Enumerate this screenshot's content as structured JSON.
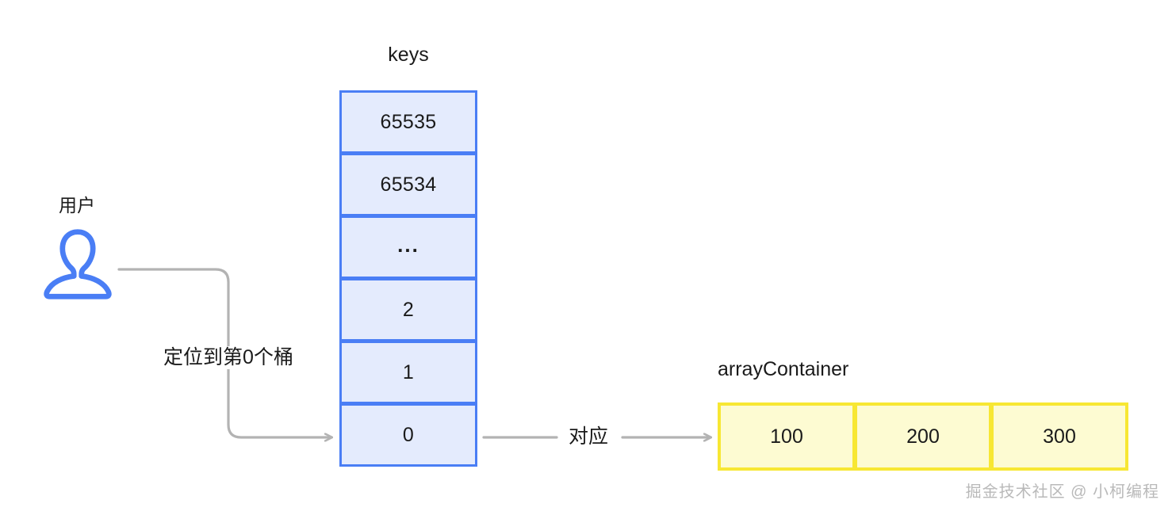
{
  "diagram": {
    "title": "keys bucket array mapping to arrayContainer",
    "colors": {
      "key_border": "#4a7ef5",
      "key_fill": "#e4ebfd",
      "array_border": "#f7e733",
      "array_fill": "#fdfbd2",
      "connector": "#b3b3b3",
      "user_icon": "#4a7ef5",
      "text": "#1a1a1a",
      "watermark": "#b9b9b9"
    }
  },
  "user": {
    "label": "用户",
    "icon": "user-silhouette-icon"
  },
  "keys": {
    "title": "keys",
    "cells": [
      {
        "value": "65535"
      },
      {
        "value": "65534"
      },
      {
        "value": "..."
      },
      {
        "value": "2"
      },
      {
        "value": "1"
      },
      {
        "value": "0"
      }
    ]
  },
  "array_container": {
    "title": "arrayContainer",
    "cells": [
      {
        "value": "100"
      },
      {
        "value": "200"
      },
      {
        "value": "300"
      }
    ]
  },
  "connectors": {
    "locate_label": "定位到第0个桶",
    "correspond_label": "对应"
  },
  "watermark": {
    "text": "掘金技术社区 @ 小柯编程"
  }
}
